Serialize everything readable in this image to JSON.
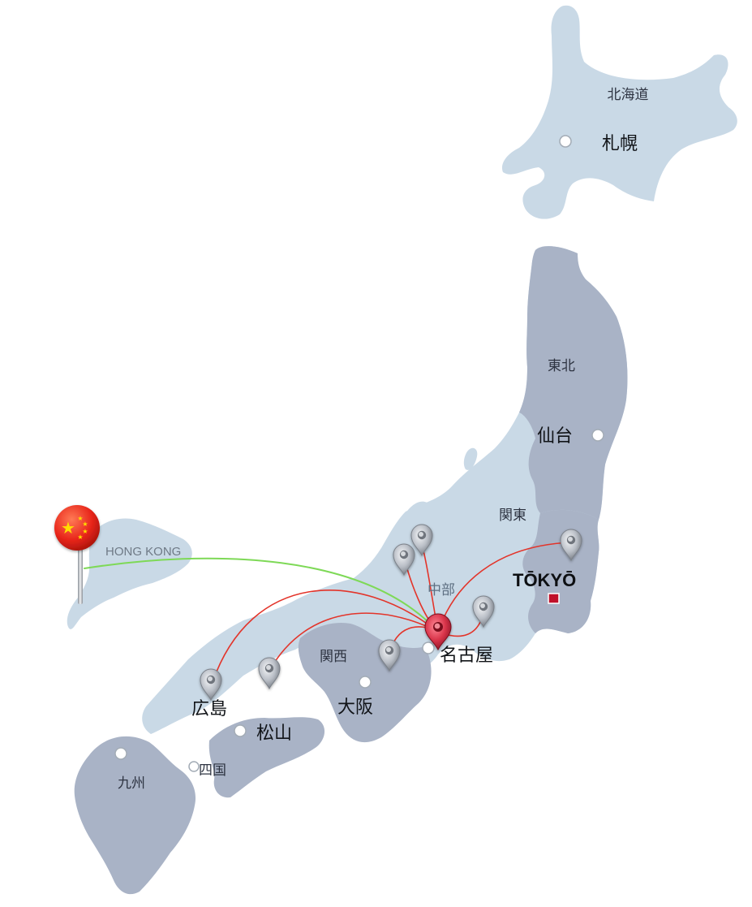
{
  "regions": {
    "hokkaido": "北海道",
    "tohoku": "東北",
    "kanto": "関東",
    "chubu": "中部",
    "kansai": "関西",
    "shikoku": "四国",
    "kyushu": "九州"
  },
  "cities": {
    "sapporo": "札幌",
    "sendai": "仙台",
    "tokyo": "TŌKYŌ",
    "nagoya": "名古屋",
    "osaka": "大阪",
    "hiroshima": "広島",
    "matsuyama": "松山"
  },
  "hong_kong": "HONG KONG",
  "colors": {
    "land_light": "#c9d9e6",
    "land_dark": "#a9b3c6",
    "route_red": "#e3342a",
    "route_green": "#7ed957",
    "origin_pin": "#d9344a",
    "tokyo_marker": "#c0102a",
    "flag_red": "#e8251a",
    "flag_star": "#ffde00"
  },
  "icons": {
    "origin": "map-pin-icon",
    "destination": "map-pin-icon",
    "hong_kong": "china-flag-pin-icon",
    "capital": "capital-square-icon",
    "city": "city-dot-icon"
  }
}
